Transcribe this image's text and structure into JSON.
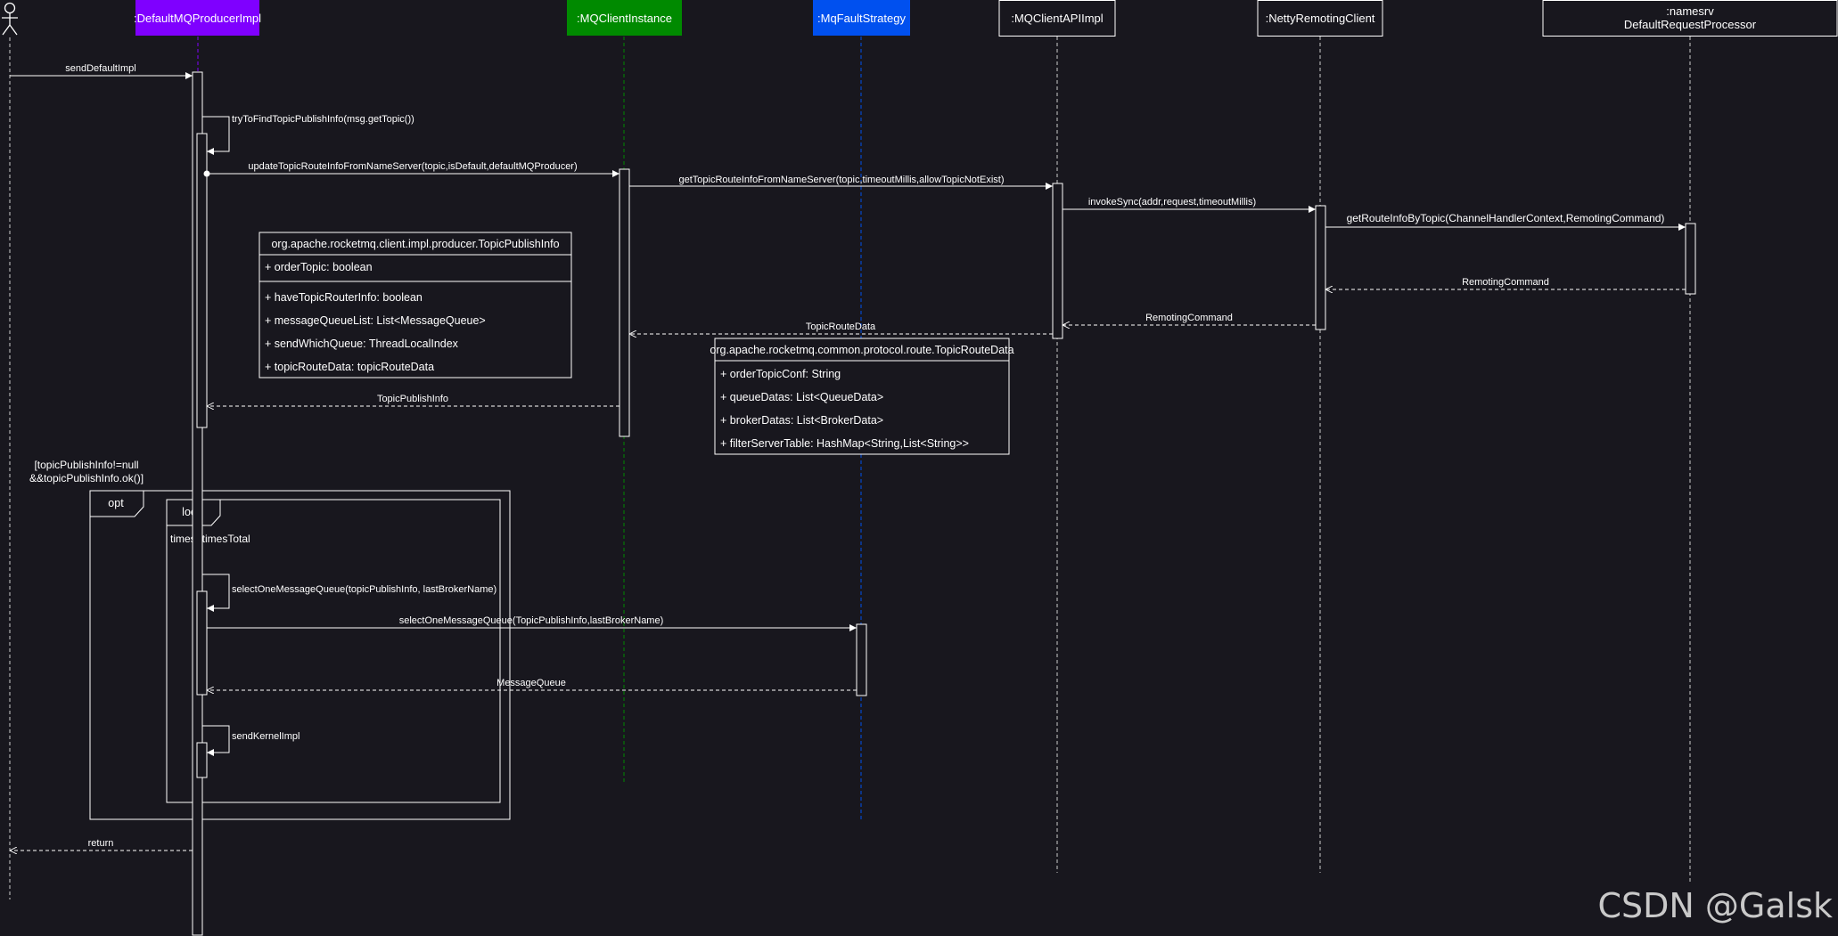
{
  "diagram": {
    "actor": {
      "name": ""
    },
    "participants": [
      {
        "id": "producer",
        "label": ":DefaultMQProducerImpl",
        "fill": "#7f00ff",
        "text_color": "#ffffff"
      },
      {
        "id": "instance",
        "label": ":MQClientInstance",
        "fill": "#008a00",
        "text_color": "#ffffff"
      },
      {
        "id": "fault",
        "label": ":MqFaultStrategy",
        "fill": "#0050ef",
        "text_color": "#ffffff"
      },
      {
        "id": "api",
        "label": ":MQClientAPIImpl",
        "fill": "#18171e",
        "text_color": "#ffffff"
      },
      {
        "id": "netty",
        "label": ":NettyRemotingClient",
        "fill": "#18171e",
        "text_color": "#ffffff"
      },
      {
        "id": "namesrv",
        "label_line1": ":namesrv",
        "label_line2": "DefaultRequestProcessor",
        "fill": "#18171e",
        "text_color": "#ffffff"
      }
    ],
    "messages": {
      "send_default": "sendDefaultImpl",
      "try_find": "tryToFindTopicPublishInfo(msg.getTopic())",
      "update_route": "updateTopicRouteInfoFromNameServer(topic,isDefault,defaultMQProducer)",
      "get_route": "getTopicRouteInfoFromNameServer(topic,timeoutMillis,allowTopicNotExist)",
      "invoke_sync": "invokeSync(addr,request,timeoutMillis)",
      "get_route_by_topic": "getRouteInfoByTopic(ChannelHandlerContext,RemotingCommand)",
      "remoting_cmd_1": "RemotingCommand",
      "remoting_cmd_2": "RemotingCommand",
      "topic_route_data": "TopicRouteData",
      "topic_publish_info": "TopicPublishInfo",
      "select_self": "selectOneMessageQueue(topicPublishInfo, lastBrokerName)",
      "select_call": "selectOneMessageQueue(TopicPublishInfo,lastBrokerName)",
      "message_queue": "MessageQueue",
      "send_kernel": "sendKernelImpl",
      "return": "return"
    },
    "class_publish_info": {
      "title": "org.apache.rocketmq.client.impl.producer.TopicPublishInfo",
      "fields": [
        "+ orderTopic: boolean"
      ],
      "members": [
        "+ haveTopicRouterInfo: boolean",
        "+ messageQueueList: List<MessageQueue>",
        "+ sendWhichQueue: ThreadLocalIndex",
        "+ topicRouteData: topicRouteData"
      ]
    },
    "class_route_data": {
      "title": "org.apache.rocketmq.common.protocol.route.TopicRouteData",
      "members": [
        "+ orderTopicConf: String",
        "+ queueDatas: List<QueueData>",
        "+ brokerDatas: List<BrokerData>",
        "+ filterServerTable: HashMap<String,List<String>>"
      ]
    },
    "fragments": {
      "opt_label": "opt",
      "opt_guard_line1": "[topicPublishInfo!=null",
      "opt_guard_line2": "&&topicPublishInfo.ok()]",
      "loop_label": "loop",
      "loop_guard": "times<timesTotal"
    }
  },
  "watermark": "CSDN @Galsk"
}
